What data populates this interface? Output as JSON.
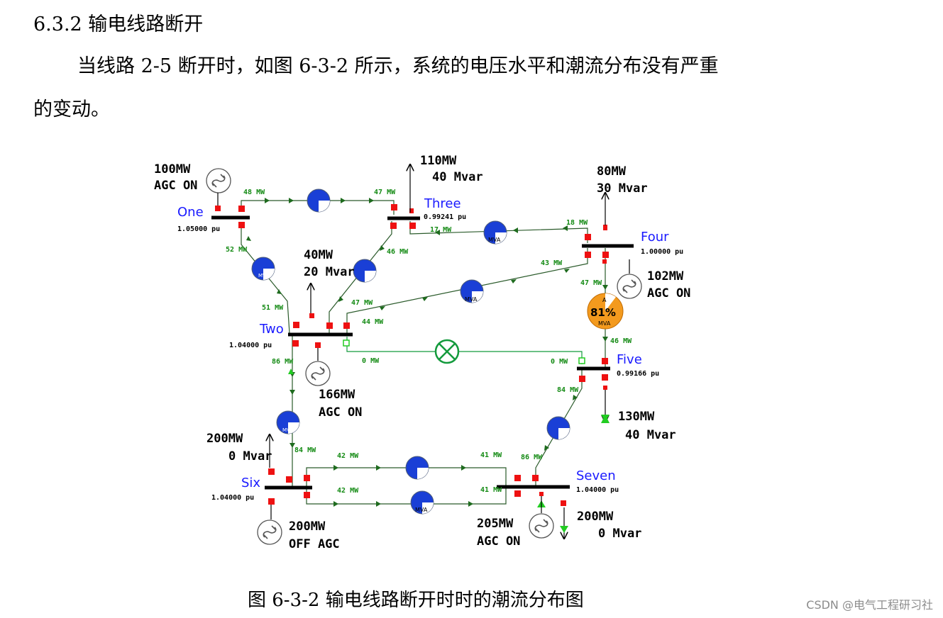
{
  "heading": "6.3.2 输电线路断开",
  "paragraph": {
    "line1": "当线路 2-5 断开时，如图 6-3-2 所示，系统的电压水平和潮流分布没有严重",
    "line2": "的变动。"
  },
  "caption": "图 6-3-2  输电线路断开时时的潮流分布图",
  "watermark": "CSDN @电气工程研习社",
  "colors": {
    "bus_text": "#1a1aff",
    "flow_text": "#138a13",
    "breaker_closed": "#ee1111",
    "breaker_open": "#22cc22",
    "gauge_fill": "#1a3fd6",
    "overload": "#f39a1e",
    "open_line": "#139a3c"
  },
  "buses": {
    "one": {
      "name": "One",
      "voltage": "1.05000 pu"
    },
    "two": {
      "name": "Two",
      "voltage": "1.04000 pu"
    },
    "three": {
      "name": "Three",
      "voltage": "0.99241 pu"
    },
    "four": {
      "name": "Four",
      "voltage": "1.00000 pu"
    },
    "five": {
      "name": "Five",
      "voltage": "0.99166 pu"
    },
    "six": {
      "name": "Six",
      "voltage": "1.04000 pu"
    },
    "seven": {
      "name": "Seven",
      "voltage": "1.04000 pu"
    }
  },
  "generators": {
    "g1": {
      "mw": "100",
      "unit": "MW",
      "status": "AGC ON"
    },
    "g2": {
      "mw": "166",
      "unit": "MW",
      "status": "AGC ON"
    },
    "g4": {
      "mw": "102",
      "unit": "MW",
      "status": "AGC ON"
    },
    "g6": {
      "mw": "200",
      "unit": "MW",
      "status": "OFF AGC"
    },
    "g7": {
      "mw": "205",
      "unit": "MW",
      "status": "AGC ON"
    }
  },
  "loads": {
    "l2": {
      "mw": "40",
      "unit": "MW",
      "mvar": "20 Mvar"
    },
    "l3": {
      "mw": "110",
      "unit": "MW",
      "mvar": "40 Mvar"
    },
    "l4": {
      "mw": "80",
      "unit": "MW",
      "mvar": "30 Mvar"
    },
    "l5": {
      "mw": "130",
      "unit": "MW",
      "mvar": "40 Mvar"
    },
    "l6": {
      "mw": "200",
      "unit": "MW",
      "mvar": "0 Mvar"
    },
    "l7": {
      "mw": "200",
      "unit": "MW",
      "mvar": "0 Mvar"
    }
  },
  "flows": {
    "l13_from": "48",
    "l13_to": "47",
    "l12_from": "52",
    "l12_to": "51",
    "l23_from": "47",
    "l23_to": "46",
    "l34_from": "17",
    "l34_to": "18",
    "l24_from": "44",
    "l24_to": "43",
    "l25_from": "0",
    "l25_to": "0",
    "l45_from": "47",
    "l45_to": "46",
    "l26_from": "86",
    "l26_to": "84",
    "l67a_from": "42",
    "l67a_to": "41",
    "l67b_from": "42",
    "l67b_to": "41",
    "l57_from": "84",
    "l57_to": "86",
    "mw_unit": "MW"
  },
  "overload": {
    "percent": "81%",
    "label": "MVA",
    "letter": "A"
  },
  "gauge_label": "MVA"
}
